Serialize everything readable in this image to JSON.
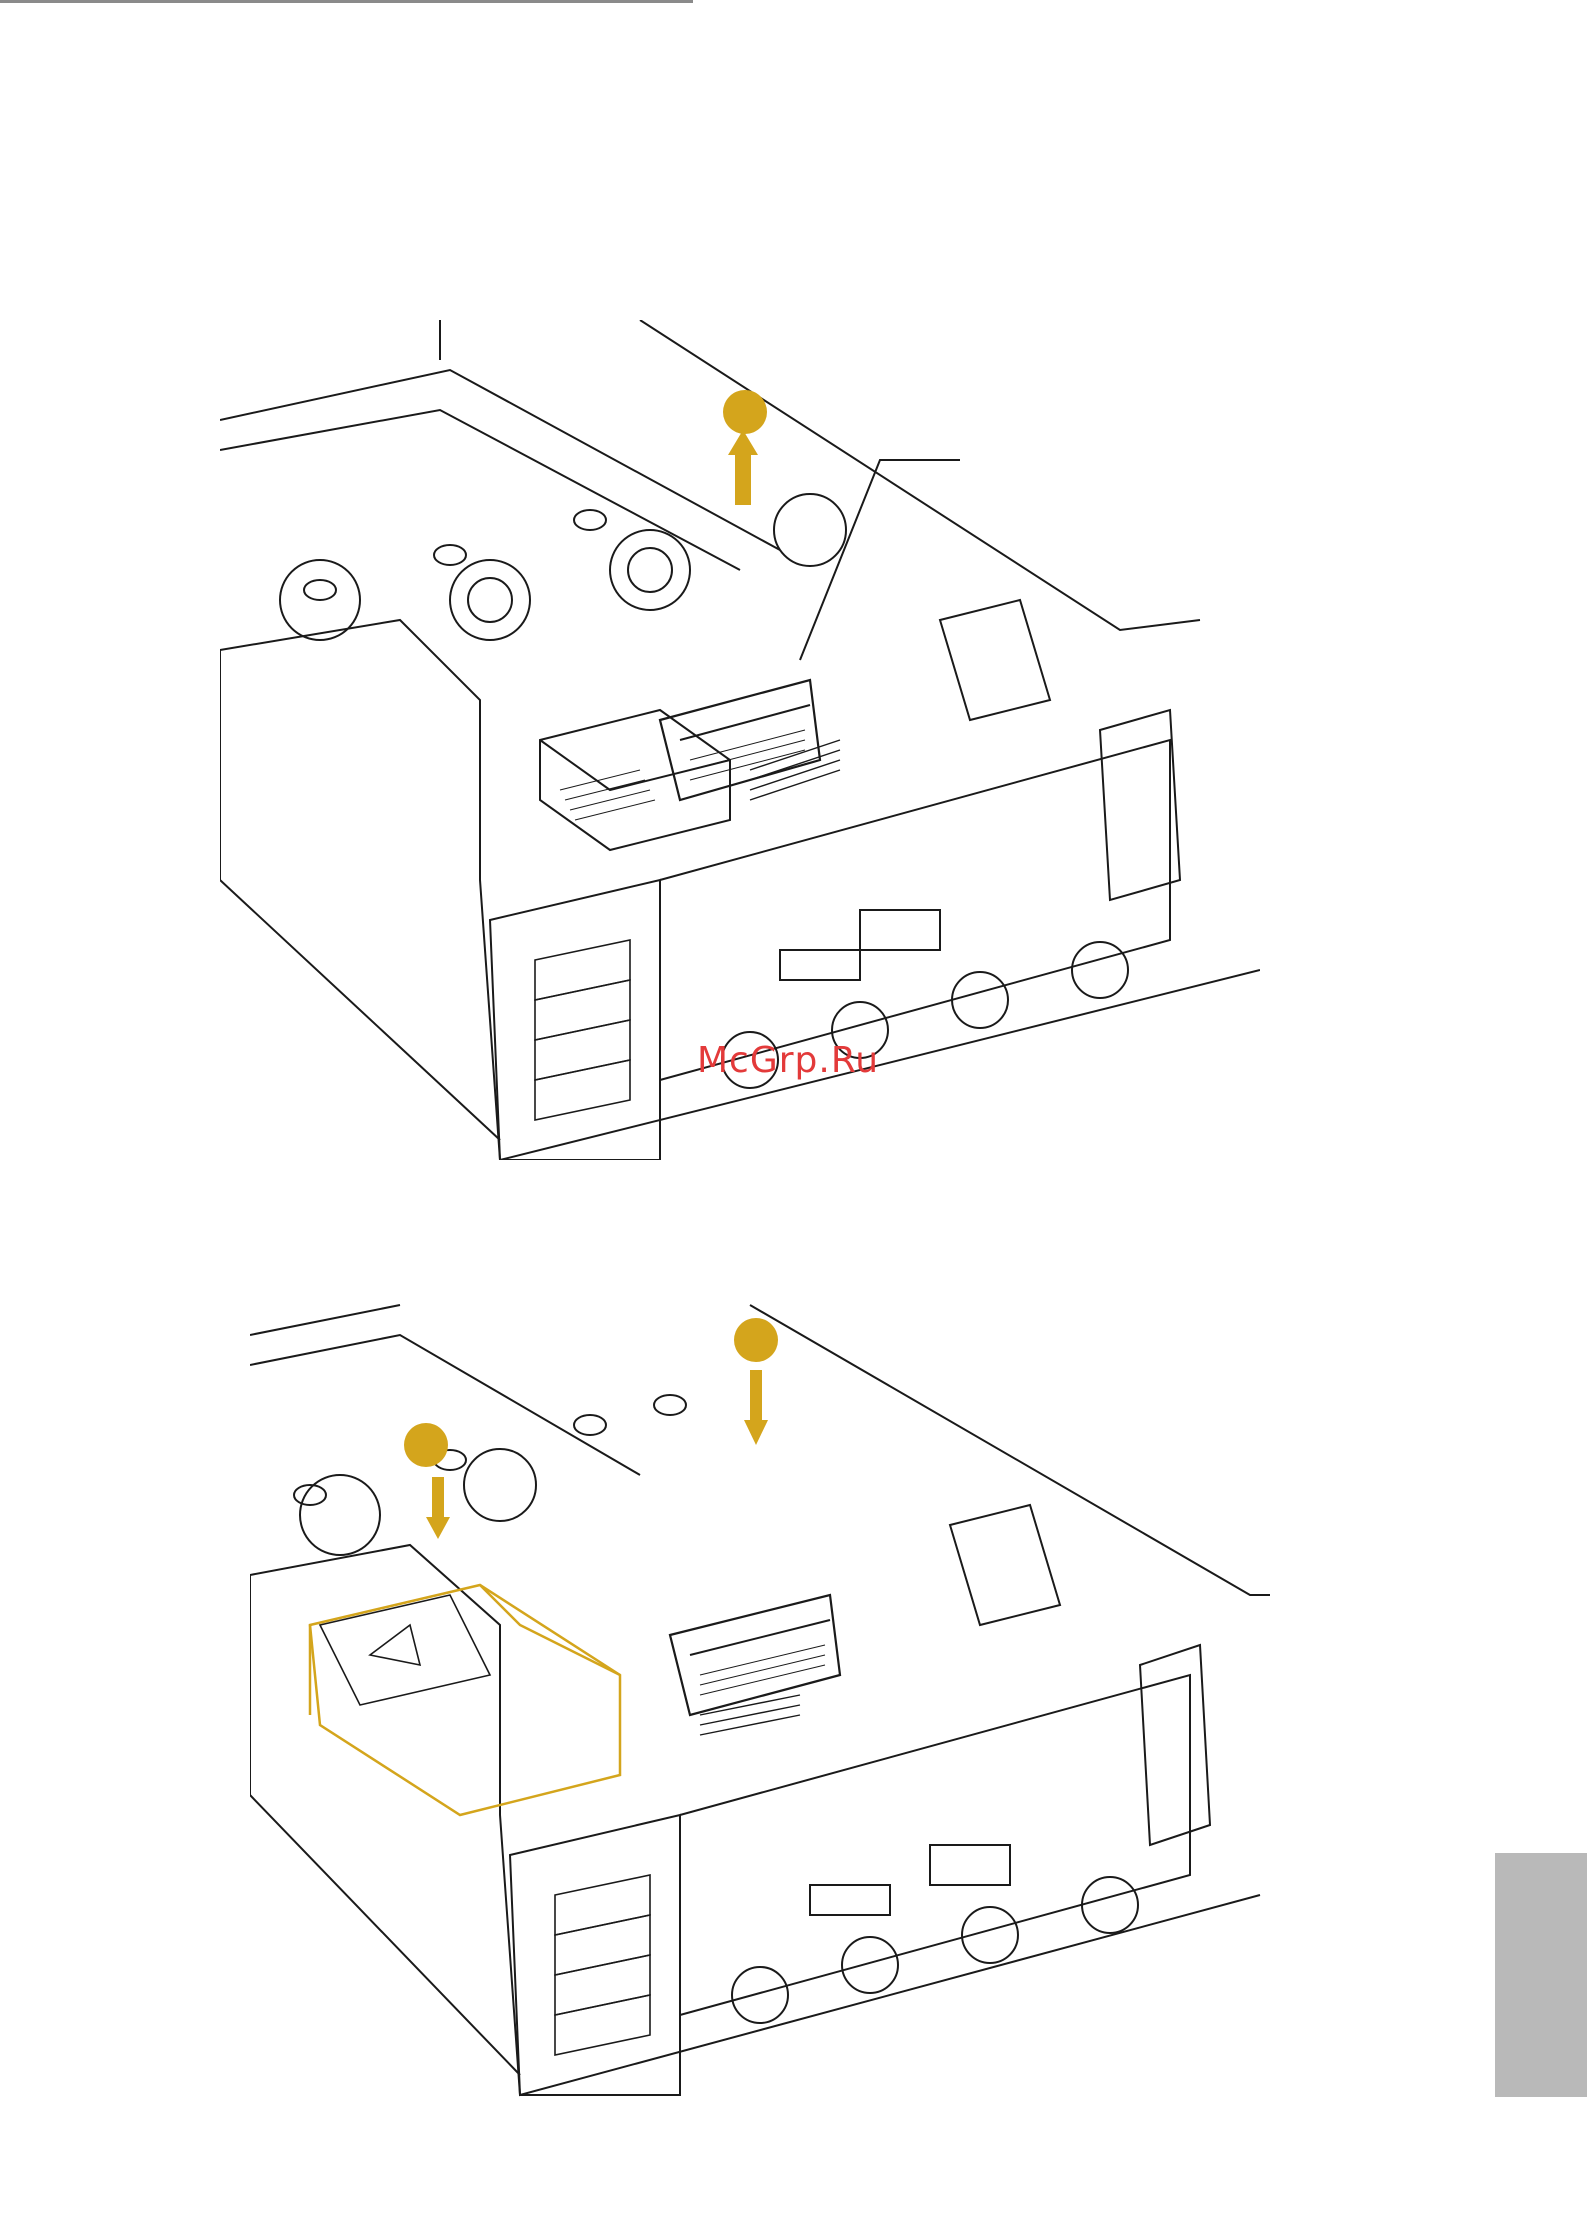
{
  "page": {
    "watermark": "McGrp.Ru"
  },
  "colors": {
    "accent": "#d4a51c",
    "line": "#1a1a1a",
    "side_tab": "#b9b9b9"
  },
  "figures": [
    {
      "callouts": [
        {
          "marker": "circle"
        }
      ]
    },
    {
      "callouts": [
        {
          "marker": "circle"
        },
        {
          "marker": "circle"
        }
      ]
    }
  ]
}
